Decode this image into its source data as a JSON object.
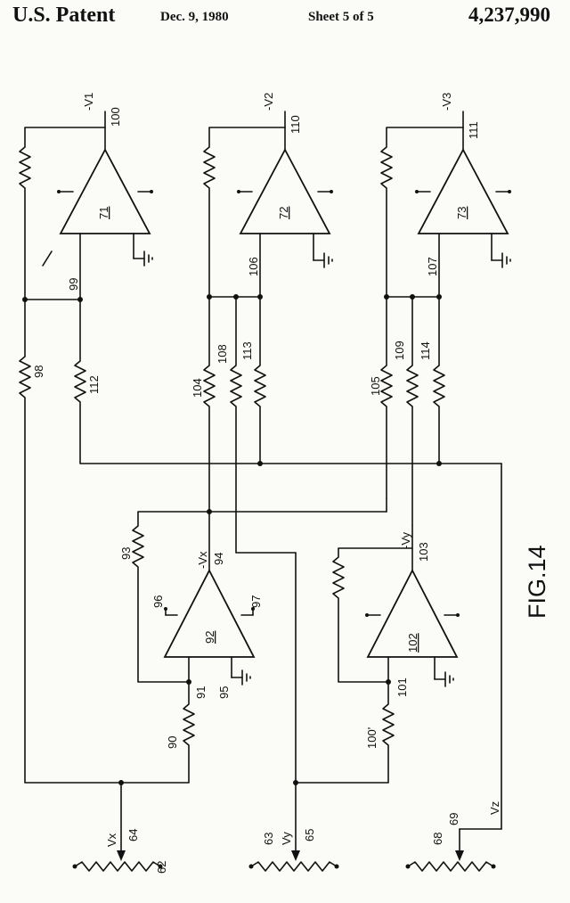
{
  "header": {
    "left": "U.S. Patent",
    "date": "Dec. 9, 1980",
    "sheet": "Sheet 5 of 5",
    "number": "4,237,990"
  },
  "figure_label": "FIG.14",
  "labels": {
    "sup_v1": "-V1",
    "ref_100": "100",
    "amp_71": "71",
    "sup_v2": "-V2",
    "ref_110": "110",
    "amp_72": "72",
    "sup_v3": "-V3",
    "ref_111": "111",
    "amp_73": "73",
    "ref_99": "99",
    "ref_106": "106",
    "ref_107": "107",
    "ref_98": "98",
    "ref_112": "112",
    "ref_104": "104",
    "ref_108": "108",
    "ref_113": "113",
    "ref_105": "105",
    "ref_109": "109",
    "ref_114": "114",
    "ref_93": "93",
    "sup_vx": "-Vx",
    "ref_94": "94",
    "ref_96": "96",
    "ref_97": "97",
    "amp_92": "92",
    "ref_91": "91",
    "ref_95": "95",
    "ref_90": "90",
    "sup_vy": "-Vy",
    "ref_103": "103",
    "amp_102": "102",
    "ref_101": "101",
    "ref_100p": "100'",
    "sig_vx": "Vx",
    "ref_64": "64",
    "ref_62": "62",
    "ref_63": "63",
    "sig_vy": "Vy",
    "ref_65": "65",
    "ref_68": "68",
    "ref_69": "69",
    "sig_vz": "Vz"
  }
}
